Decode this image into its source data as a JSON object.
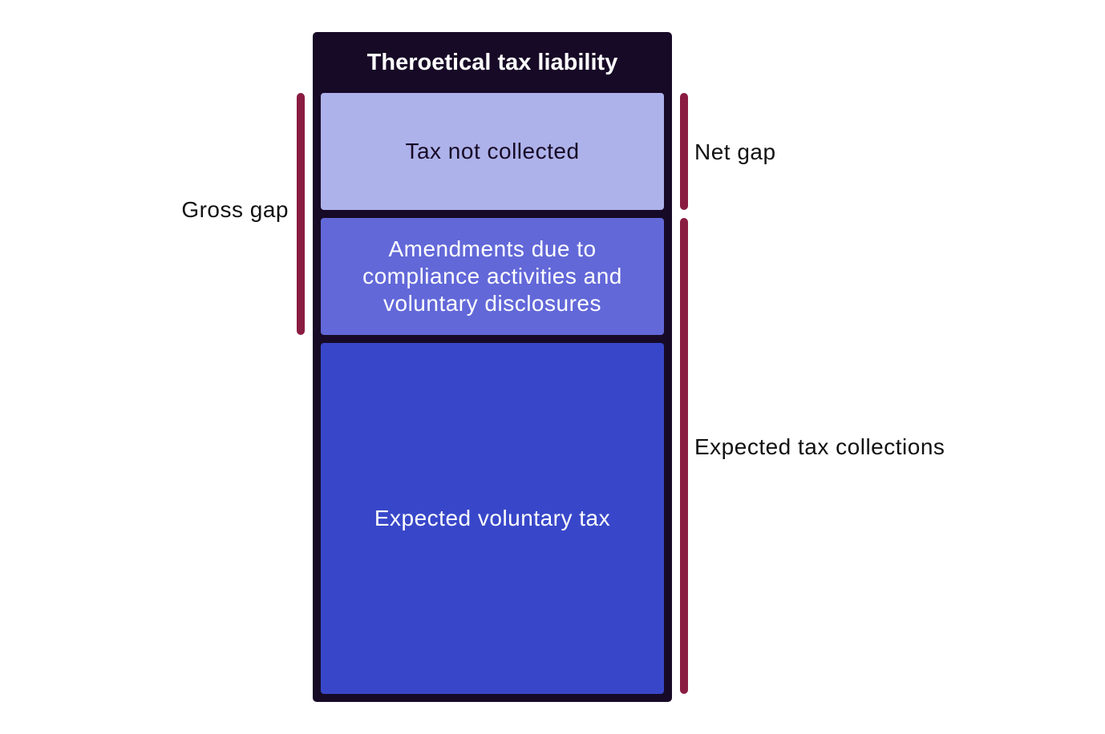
{
  "title": "Theroetical tax liability",
  "blocks": {
    "tax_not_collected": "Tax not collected",
    "amendments": "Amendments due to compliance activities and voluntary disclosures",
    "expected_voluntary": "Expected voluntary tax"
  },
  "brackets": {
    "gross_gap": "Gross gap",
    "net_gap": "Net gap",
    "expected_collections": "Expected tax collections"
  },
  "colors": {
    "frame": "#170a26",
    "tax_not_collected": "#aeb2ea",
    "amendments": "#6268d8",
    "expected_voluntary": "#3847c9",
    "bracket": "#8a1c42"
  }
}
